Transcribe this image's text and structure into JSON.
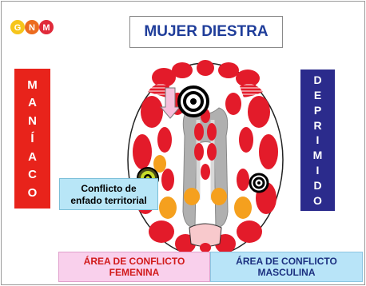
{
  "logo": {
    "letters": [
      "G",
      "N",
      "M"
    ]
  },
  "title": "MUJER DIESTRA",
  "left_label": [
    "M",
    "A",
    "N",
    "Í",
    "A",
    "C",
    "O"
  ],
  "right_label": [
    "D",
    "E",
    "P",
    "R",
    "I",
    "M",
    "I",
    "D",
    "O"
  ],
  "callout": {
    "line1": "Conflicto de",
    "line2": "enfado territorial"
  },
  "areas": {
    "female": {
      "line1": "ÁREA DE CONFLICTO",
      "line2": "FEMENINA"
    },
    "male": {
      "line1": "ÁREA DE CONFLICTO",
      "line2": "MASCULINA"
    }
  },
  "colors": {
    "brain_red": "#e31b2a",
    "orange": "#f5a01e",
    "gray": "#a8a8a8",
    "mania_red": "#e8231b",
    "depression_blue": "#2b2b8c"
  }
}
